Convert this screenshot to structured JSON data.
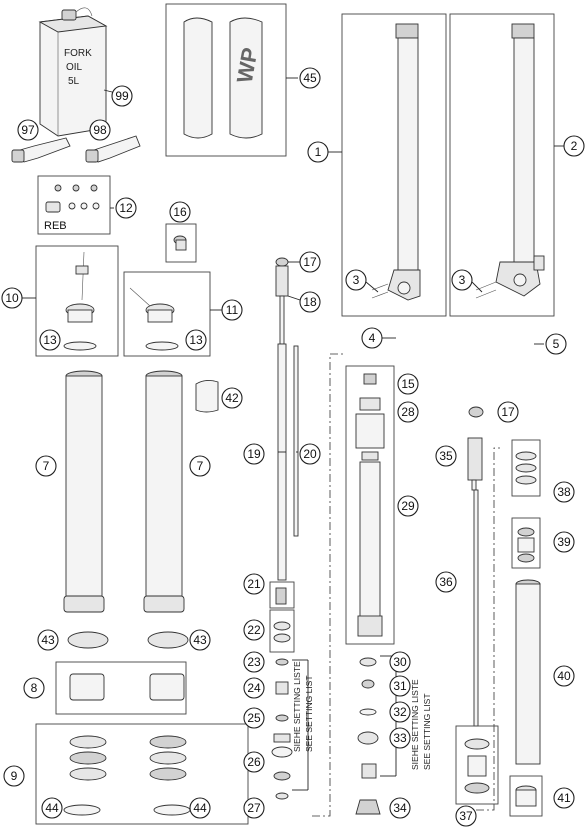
{
  "labels": {
    "can_line1": "FORK",
    "can_line2": "OIL",
    "can_line3": "5L",
    "reb": "REB",
    "guard_logo": "WP",
    "setting_de": "SIEHE SETTING LISTE",
    "setting_en": "SEE SETTING LIST"
  },
  "callouts": [
    "1",
    "2",
    "3",
    "3",
    "4",
    "5",
    "7",
    "7",
    "8",
    "9",
    "10",
    "11",
    "12",
    "13",
    "13",
    "15",
    "16",
    "17",
    "17",
    "18",
    "19",
    "20",
    "21",
    "22",
    "23",
    "24",
    "25",
    "26",
    "27",
    "28",
    "29",
    "30",
    "31",
    "32",
    "33",
    "34",
    "35",
    "36",
    "37",
    "38",
    "39",
    "40",
    "41",
    "42",
    "43",
    "43",
    "44",
    "44",
    "45",
    "97",
    "98",
    "99"
  ]
}
